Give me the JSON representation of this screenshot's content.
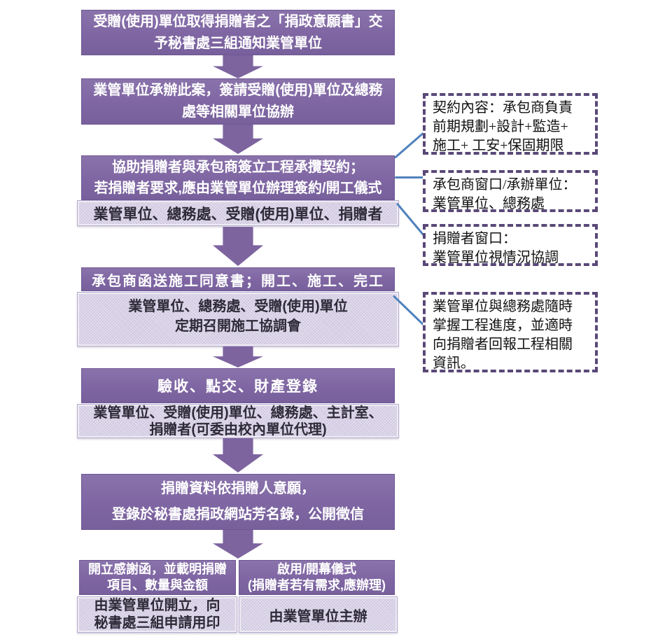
{
  "title": "捐贈工程流程圖",
  "colors": {
    "box_purple": "#7f66a3",
    "sub_lavender": "#cfc7e0",
    "arrow_purple": "#7d649f",
    "callout_border": "#5a4878",
    "connector_blue": "#4f81bd",
    "box_text": "#ffffff",
    "sub_text": "#2e2a38"
  },
  "steps": [
    {
      "main": [
        "受贈(使用)單位取得捐贈者之「捐政意願書」交",
        "予秘書處三組通知業管單位"
      ]
    },
    {
      "main": [
        "業管單位承辦此案，簽請受贈(使用)單位及總務",
        "處等相關單位協辦"
      ]
    },
    {
      "main": [
        "協助捐贈者與承包商簽立工程承攬契約；",
        "若捐贈者要求,應由業管單位辦理簽約/開工儀式"
      ],
      "sub": [
        "業管單位、總務處、受贈(使用)單位、捐贈者"
      ]
    },
    {
      "main": [
        "承包商函送施工同意書；開工、施工、完工"
      ],
      "sub": [
        "業管單位、總務處、受贈(使用)單位",
        "定期召開施工協調會"
      ]
    },
    {
      "main": [
        "驗收、點交、財產登錄"
      ],
      "sub": [
        "業管單位、受贈(使用)單位、總務處、主計室、",
        "捐贈者(可委由校內單位代理)"
      ]
    },
    {
      "main": [
        "捐贈資料依捐贈人意願，",
        "登錄於秘書處捐政網站芳名錄，公開徵信"
      ]
    }
  ],
  "final": {
    "left": {
      "header": [
        "開立感謝函，並載明捐贈",
        "項目、數量與金額"
      ],
      "sub": [
        "由業管單位開立，向",
        "秘書處三組申請用印"
      ]
    },
    "right": {
      "header": [
        "啟用/開幕儀式",
        "(捐贈者若有需求,應辦理)"
      ],
      "sub": [
        "由業管單位主辦"
      ]
    }
  },
  "callouts": [
    {
      "lines": [
        "契約內容：承包商負責",
        "前期規劃+設計+監造+",
        "施工+ 工安+保固期限"
      ]
    },
    {
      "lines": [
        "承包商窗口/承辦單位：",
        "業管單位、總務處"
      ]
    },
    {
      "lines": [
        "捐贈者窗口：",
        "業管單位視情況協調"
      ]
    },
    {
      "lines": [
        "業管單位與總務處隨時",
        "掌握工程進度，並適時",
        "向捐贈者回報工程相關",
        "資訊。"
      ]
    }
  ]
}
